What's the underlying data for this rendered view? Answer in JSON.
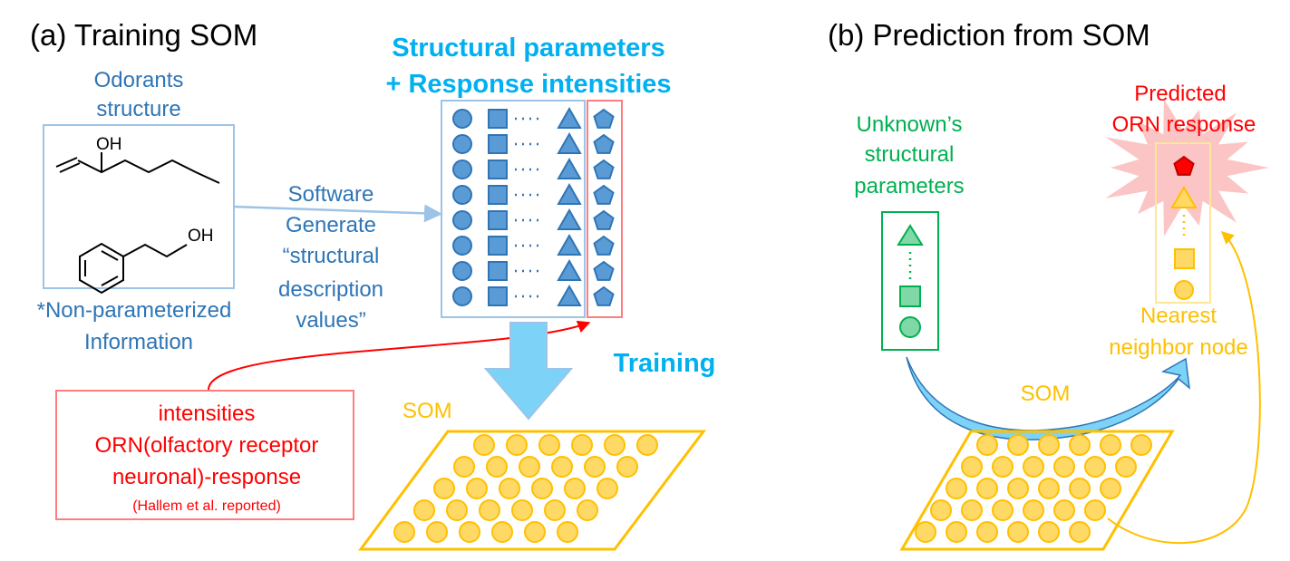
{
  "panel_a": {
    "title": "(a) Training SOM",
    "odorants_label_1": "Odorants",
    "odorants_label_2": "structure",
    "oh_label_1": "OH",
    "oh_label_2": "OH",
    "non_param_1": "*Non-parameterized",
    "non_param_2": "Information",
    "software_1": "Software",
    "software_2": "Generate",
    "software_3": "“structural",
    "software_4": "description",
    "software_5": "values”",
    "header_1": "Structural parameters",
    "header_2": "+ Response intensities",
    "training": "Training",
    "som": "SOM",
    "orn_box_1": "intensities",
    "orn_box_2": "ORN(olfactory receptor",
    "orn_box_3": "neuronal)-response",
    "orn_box_4": "(Hallem et al. reported)"
  },
  "panel_b": {
    "title": "(b) Prediction from SOM",
    "unknown_1": "Unknown’s",
    "unknown_2": "structural",
    "unknown_3": "parameters",
    "predicted_1": "Predicted",
    "predicted_2": "ORN response",
    "nearest_1": "Nearest",
    "nearest_2": "neighbor node",
    "som": "SOM"
  },
  "colors": {
    "blue_text": "#2e75b6",
    "cyan_header": "#00b0f0",
    "red": "#ff0000",
    "som_yellow": "#ffc000",
    "green": "#00b050",
    "pink_burst": "#fcc5c5"
  }
}
